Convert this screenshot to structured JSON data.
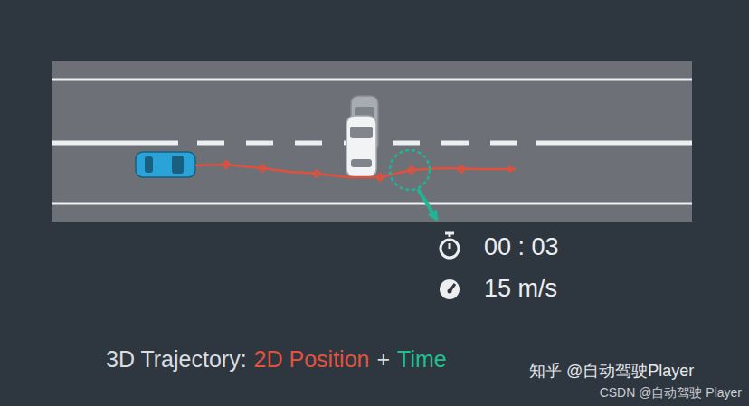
{
  "diagram": {
    "labels": [
      "00 : 03",
      "15 m/s",
      "3D Trajectory:",
      "2D Position",
      "+",
      "Time",
      "知乎 @自动驾驶Player",
      "CSDN @自动驾驶 Player"
    ]
  }
}
